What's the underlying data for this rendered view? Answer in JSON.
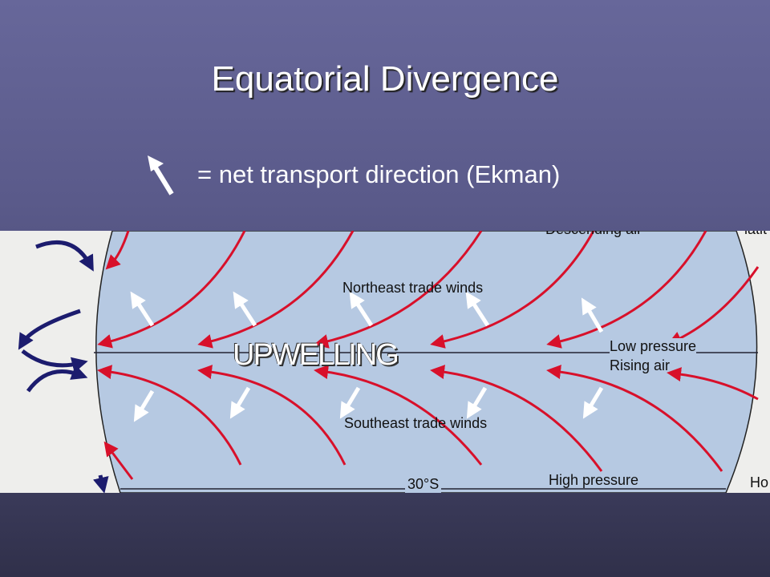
{
  "slide": {
    "title": "Equatorial Divergence",
    "legend_text": "= net transport direction (Ekman)",
    "legend_icon": "white-arrow-up-left-icon"
  },
  "diagram": {
    "labels": {
      "northeast": "Northeast trade winds",
      "southeast": "Southeast trade winds",
      "low_pressure": "Low pressure",
      "rising_air": "Rising air",
      "high_pressure": "High pressure",
      "lat_30s": "30°S",
      "descending_air_top": "Descending air",
      "latitude_top": "latit",
      "ho": "Ho",
      "upwelling": "UPWELLING"
    },
    "colors": {
      "ocean": "#b6c9e2",
      "wind": "#d8102a",
      "transport": "#ffffff",
      "cell": "#1c1c6e"
    }
  }
}
